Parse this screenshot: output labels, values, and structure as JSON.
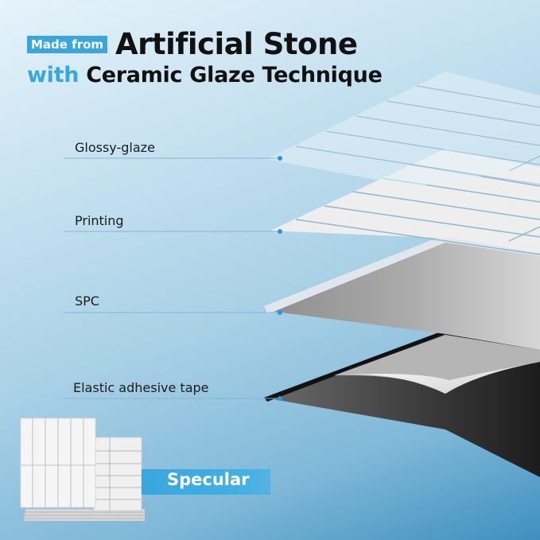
{
  "headline": {
    "badge": "Made from",
    "title_line1": "Artificial Stone",
    "accent_word": "with",
    "title_line2": "Ceramic Glaze Technique"
  },
  "layers": [
    {
      "label": "Glossy-glaze"
    },
    {
      "label": "Printing"
    },
    {
      "label": "SPC"
    },
    {
      "label": "Elastic adhesive tape"
    }
  ],
  "product_badge": {
    "label": "Specular"
  },
  "colors": {
    "accent": "#3aa7dc",
    "text": "#111111",
    "background_top": "#e6f3fa",
    "background_bottom": "#3f8fbe"
  }
}
